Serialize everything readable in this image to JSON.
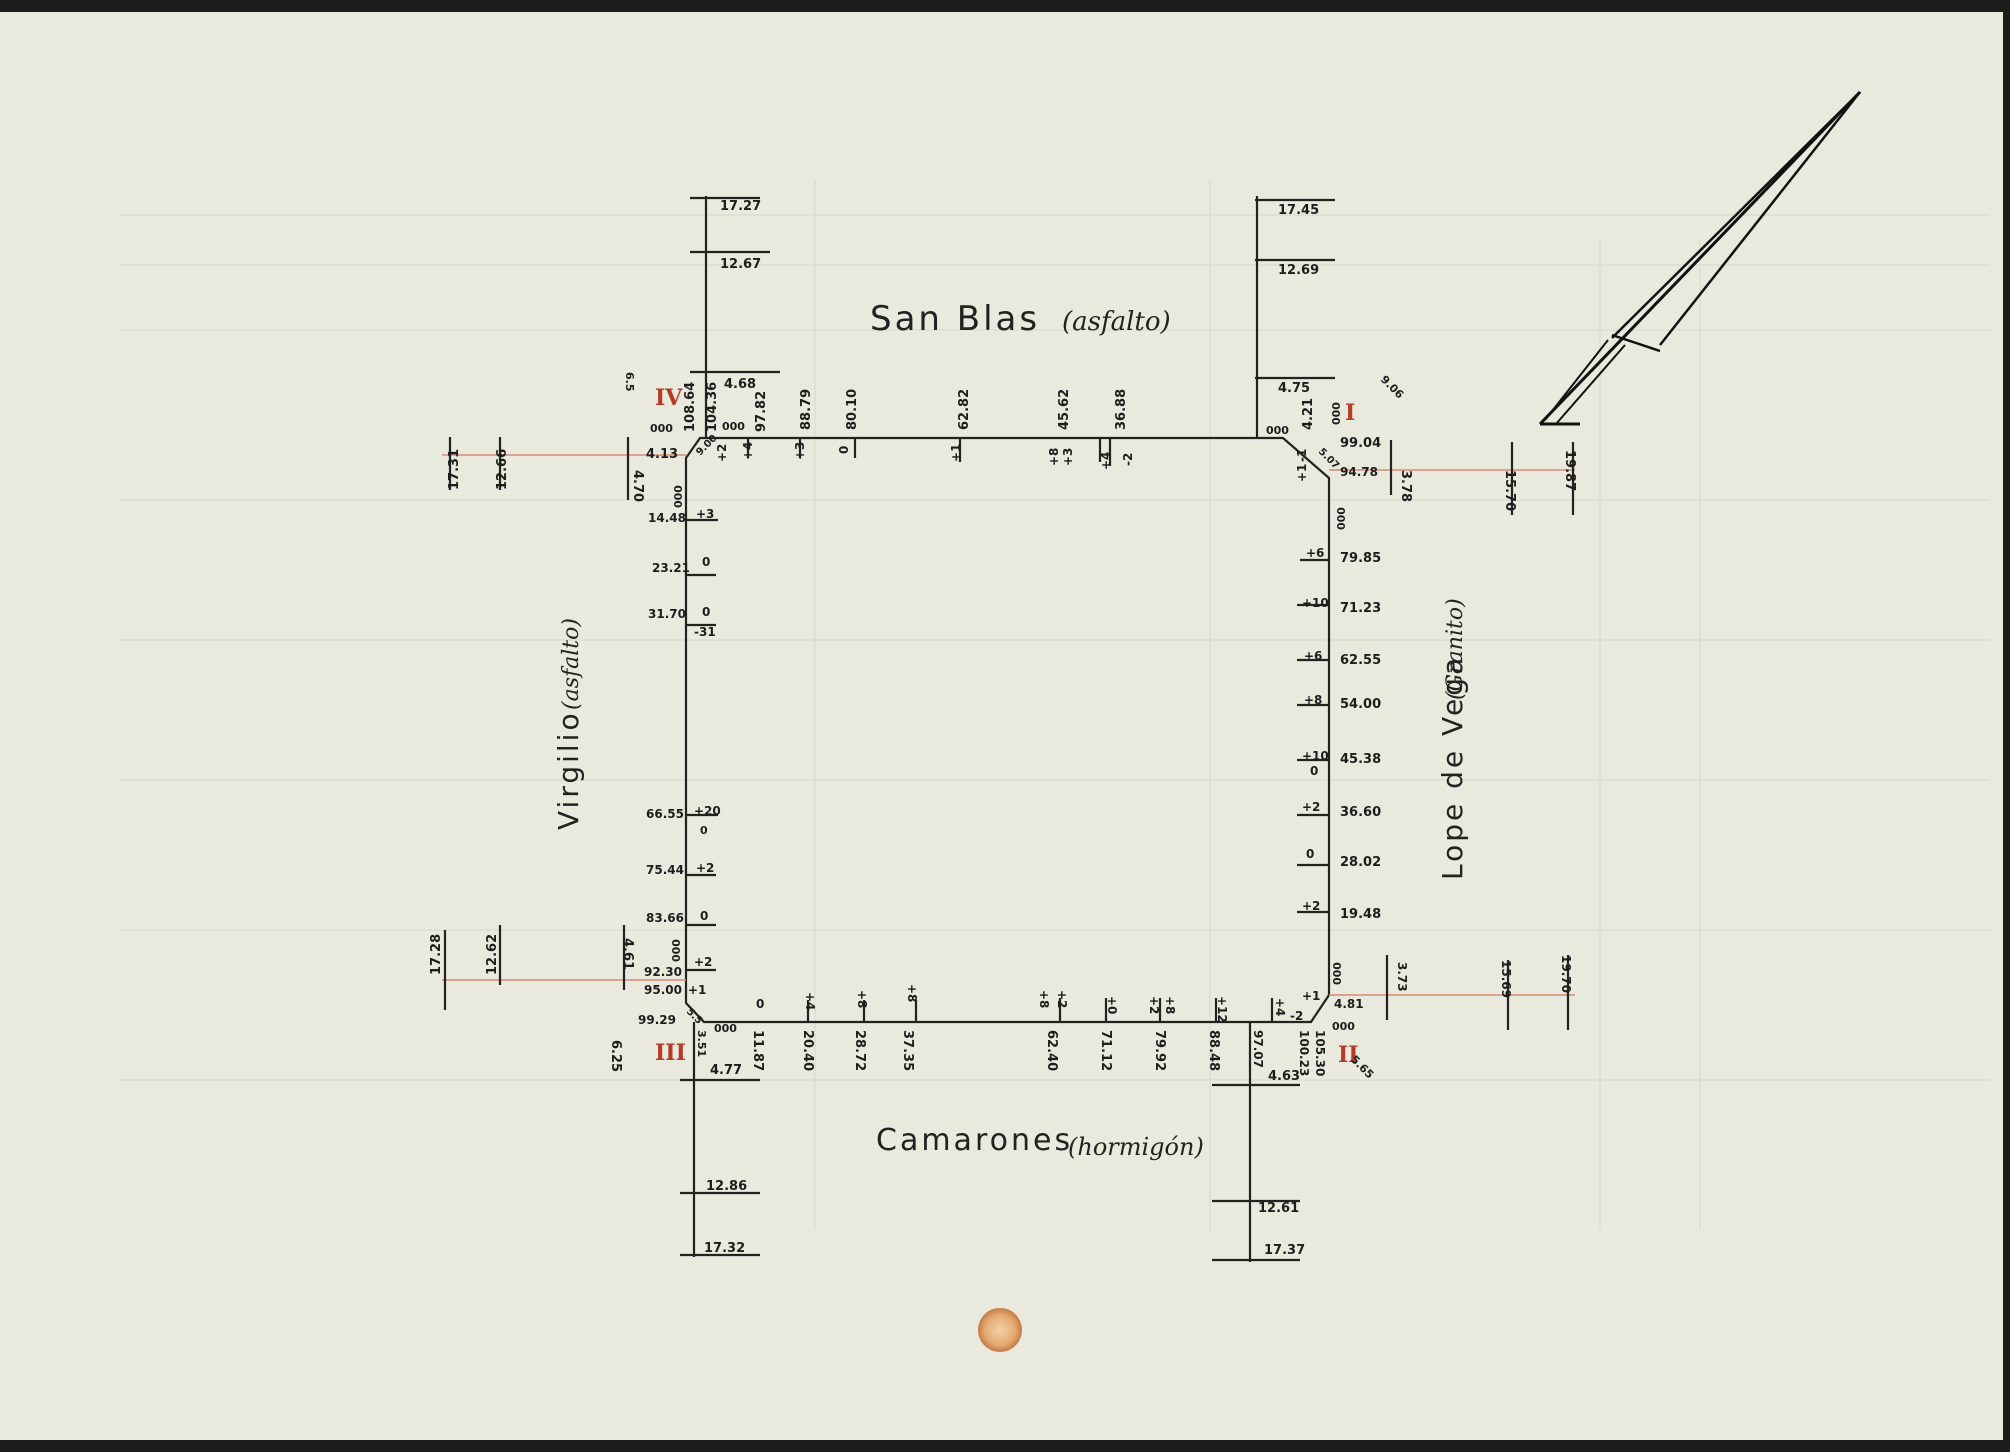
{
  "streets": {
    "north": {
      "name": "San Blas",
      "material": "(asfalto)"
    },
    "south": {
      "name": "Camarones",
      "material": "(hormigón)"
    },
    "west": {
      "name": "Virgilio",
      "material": "(asfalto)"
    },
    "east": {
      "name": "Lope de Vega",
      "material": "(Granito)"
    }
  },
  "corner_marks": {
    "nw": "IV",
    "ne": "I",
    "sw": "III",
    "se": "II"
  },
  "north_side": {
    "station_labels": [
      "108.64",
      "104.36",
      "97.82",
      "88.79",
      "80.10",
      "62.82",
      "45.62",
      "36.88",
      "4.21"
    ],
    "offset_labels": [
      "+2",
      "+4",
      "+3",
      "0",
      "+1",
      "+8",
      "+3",
      "+4",
      "-2",
      "-1"
    ],
    "zeros": [
      "000",
      "000",
      "000",
      "000"
    ],
    "corner_chord": "9.00",
    "ne_chord": "5.07"
  },
  "east_side": {
    "station_labels": [
      "99.04",
      "94.78",
      "79.85",
      "71.23",
      "62.55",
      "54.00",
      "45.38",
      "36.60",
      "28.02",
      "19.48",
      "4.81"
    ],
    "offset_labels": [
      "+6",
      "+10",
      "+6",
      "+8",
      "+10",
      "0",
      "+2",
      "0",
      "+2",
      "+1",
      "+1"
    ],
    "zeros": [
      "000",
      "000"
    ]
  },
  "south_side": {
    "station_labels": [
      "11.87",
      "20.40",
      "28.72",
      "37.35",
      "62.40",
      "71.12",
      "79.92",
      "88.48",
      "97.07",
      "100.23",
      "105.30"
    ],
    "offset_labels": [
      "0",
      "+4",
      "+8",
      "+8",
      "+8",
      "+2",
      "+0",
      "+2",
      "+8",
      "+12",
      "+4",
      "-2"
    ],
    "zeros": [
      "000",
      "000"
    ],
    "sw_label": "3.51",
    "corner_chord": "5.5"
  },
  "west_side": {
    "station_labels": [
      "4.13",
      "14.48",
      "23.21",
      "31.70",
      "66.55",
      "75.44",
      "83.66",
      "92.30",
      "95.00",
      "99.29"
    ],
    "offset_labels": [
      "+3",
      "0",
      "0",
      "-31",
      "+20",
      "0",
      "+2",
      "0",
      "+2",
      "+1"
    ],
    "zeros": [
      "000",
      "000"
    ],
    "side_labels": [
      "4.70",
      "4.61"
    ]
  },
  "ties": {
    "nw_top": [
      "17.27",
      "12.67",
      "4.68"
    ],
    "ne_top": [
      "17.45",
      "12.69",
      "4.75"
    ],
    "sw_bottom": [
      "4.77",
      "12.86",
      "17.32"
    ],
    "se_bottom": [
      "4.63",
      "12.61",
      "17.37"
    ],
    "nw_left": [
      "17.31",
      "12.66"
    ],
    "sw_left": [
      "17.28",
      "12.62"
    ],
    "ne_right": [
      "3.78",
      "15.70",
      "19.87"
    ],
    "se_right": [
      "3.73",
      "15.69",
      "19.70"
    ],
    "misc": [
      "6.25",
      "6.5",
      "9.06",
      "5.65"
    ]
  },
  "colors": {
    "paper": "#ecebe0",
    "ink": "#1d1d1d",
    "red_ink": "#b53a2a",
    "guide": "#d98a70",
    "stain": "#e0a070"
  },
  "icons": [
    "north-arrow-icon"
  ]
}
